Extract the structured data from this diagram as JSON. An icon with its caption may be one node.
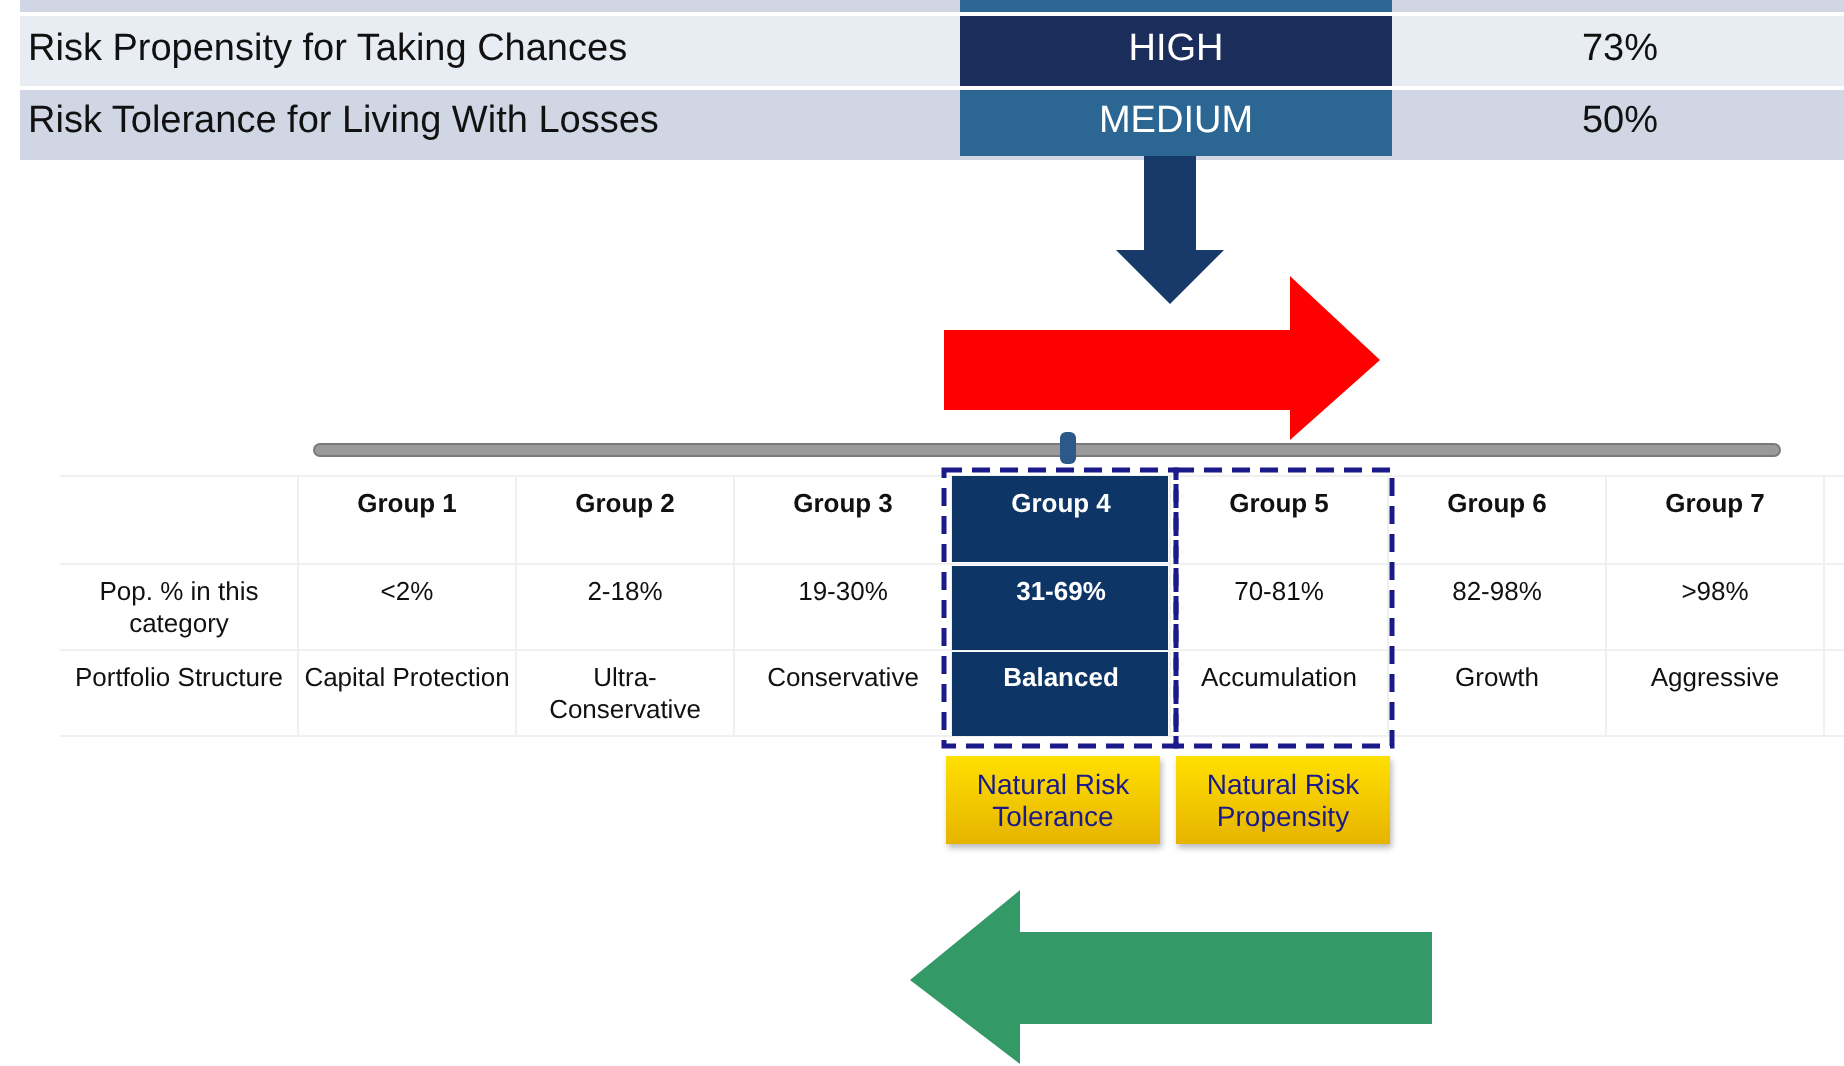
{
  "diagram": {
    "nodes": [
      {
        "text": [
          "Natural Risk Tolerance"
        ]
      },
      {
        "text": [
          "Natural Risk Propensity"
        ]
      }
    ],
    "labels": [
      "Risk Propensity for Taking Chances",
      "HIGH",
      "73%",
      "Risk Tolerance for Living With Losses",
      "MEDIUM",
      "50%",
      "Group 1",
      "Group 2",
      "Group 3",
      "Group 4",
      "Group 5",
      "Group 6",
      "Group 7",
      "Pop. % in this category",
      "<2%",
      "2-18%",
      "19-30%",
      "31-69%",
      "70-81%",
      "82-98%",
      ">98%",
      "Portfolio Structure",
      "Capital Protection",
      "Ultra-Conservative",
      "Conservative",
      "Balanced",
      "Accumulation",
      "Growth",
      "Aggressive"
    ]
  }
}
